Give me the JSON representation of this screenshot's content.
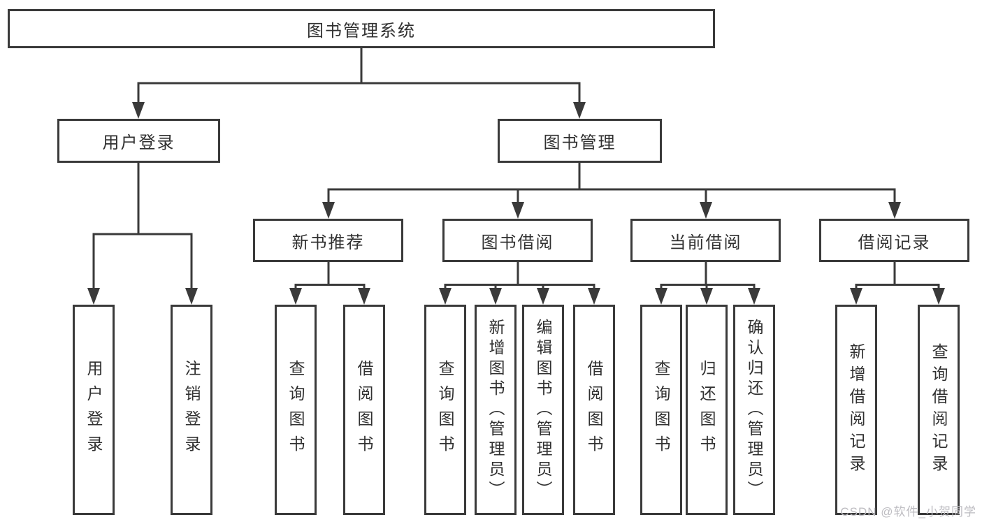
{
  "diagram": {
    "title": "图书管理系统",
    "branches": [
      {
        "label": "用户登录",
        "leaves": [
          "用户登录",
          "注销登录"
        ]
      },
      {
        "label": "图书管理",
        "groups": [
          {
            "label": "新书推荐",
            "leaves": [
              "查询图书",
              "借阅图书"
            ]
          },
          {
            "label": "图书借阅",
            "leaves": [
              "查询图书",
              "新增图书（管理员）",
              "编辑图书（管理员）",
              "借阅图书"
            ]
          },
          {
            "label": "当前借阅",
            "leaves": [
              "查询图书",
              "归还图书",
              "确认归还（管理员）"
            ]
          },
          {
            "label": "借阅记录",
            "leaves": [
              "新增借阅记录",
              "查询借阅记录"
            ]
          }
        ]
      }
    ]
  },
  "watermark": "CSDN @软件_小贺同学",
  "colors": {
    "line": "#3a3a3a",
    "text": "#303030",
    "watermark": "#bdbcc1",
    "background": "#ffffff"
  }
}
